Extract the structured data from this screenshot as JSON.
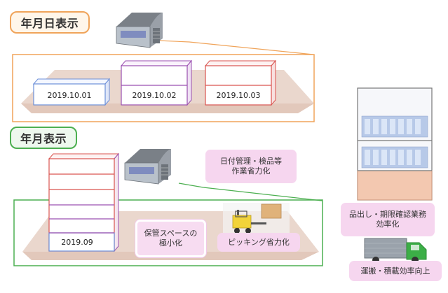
{
  "labels": {
    "year_month_day": "年月日表示",
    "year_month": "年月表示"
  },
  "dates_top": [
    "2019.10.01",
    "2019.10.02",
    "2019.10.03"
  ],
  "date_bottom": "2019.09",
  "callouts": {
    "date_mgmt_l1": "日付管理・検品等",
    "date_mgmt_l2": "作業省力化",
    "storage_l1": "保管スペースの",
    "storage_l2": "極小化",
    "picking": "ピッキング省力化",
    "shipping_l1": "品出し・期限確認業務",
    "shipping_l2": "効率化",
    "transport": "運搬・積載効率向上"
  },
  "colors": {
    "orange_frame": "#f0a45a",
    "green_frame": "#4caf50",
    "floor": "#e9d6cc",
    "pink_callout": "#f6d6ef",
    "box_blue": "#6c8fd8",
    "box_purple": "#9a4fb0",
    "box_red": "#d9534f"
  },
  "icons": [
    "warehouse-icon",
    "forklift-icon",
    "truck-icon",
    "display-shelf-icon"
  ]
}
